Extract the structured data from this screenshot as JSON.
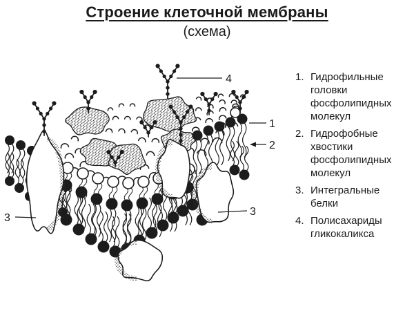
{
  "page": {
    "background": "#ffffff",
    "ink": "#1c1c1c"
  },
  "header": {
    "title": "Строение клеточной мембраны",
    "subtitle": "(схема)"
  },
  "legend": {
    "items": [
      {
        "num": "1.",
        "text": "Гидрофильные\nголовки\nфосфолипидных\nмолекул"
      },
      {
        "num": "2.",
        "text": "Гидрофобные\nхвостики\nфосфолипидных\nмолекул"
      },
      {
        "num": "3.",
        "text": "Интегральные\nбелки"
      },
      {
        "num": "4.",
        "text": "Полисахариды\nгликокаликса"
      }
    ]
  },
  "diagram": {
    "description": "schematic 3D drawing of cell membrane lipid bilayer",
    "callouts": [
      {
        "id": "callout-4",
        "text": "4"
      },
      {
        "id": "callout-1",
        "text": "1"
      },
      {
        "id": "callout-2",
        "text": "2"
      },
      {
        "id": "callout-3-left",
        "text": "3"
      },
      {
        "id": "callout-3-right",
        "text": "3"
      }
    ]
  }
}
